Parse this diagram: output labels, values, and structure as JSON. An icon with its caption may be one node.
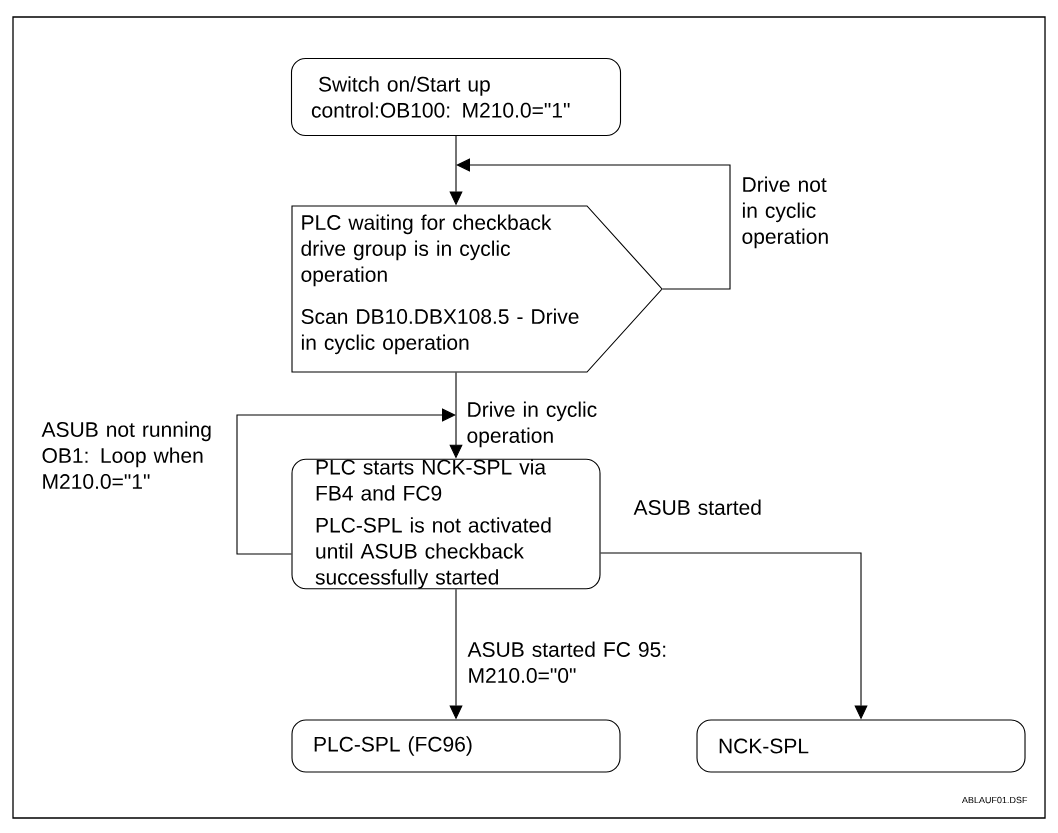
{
  "diagram": {
    "nodes": [
      {
        "text": [
          "Switch on/Start up control:OB100: M210.0=\"1\""
        ]
      },
      {
        "text": [
          "PLC waiting for checkback drive group is in cyclic operation",
          "Scan DB10.DBX108.5 - Drive in cyclic operation"
        ]
      },
      {
        "text": [
          "PLC starts NCK-SPL via FB4 and FC9",
          "PLC-SPL is not activated until ASUB checkback successfully started"
        ]
      },
      {
        "text": [
          "PLC-SPL (FC96)"
        ]
      },
      {
        "text": [
          "NCK-SPL"
        ]
      }
    ],
    "edges": [
      {
        "from": 0,
        "to": 1,
        "arrow": "to"
      },
      {
        "from": 1,
        "to": null,
        "arrow": "to",
        "label": "Drive not in cyclic operation"
      },
      {
        "from": 1,
        "to": 2,
        "arrow": "to",
        "label": "Drive in cyclic operation"
      },
      {
        "from": 2,
        "to": null,
        "arrow": "to",
        "label": "ASUB not running OB1: Loop when M210.0=\"1\""
      },
      {
        "from": 2,
        "to": 3,
        "arrow": "to",
        "label": "ASUB started FC 95: M210.0=\"0\""
      },
      {
        "from": 2,
        "to": 4,
        "arrow": "to",
        "label": "ASUB started"
      }
    ],
    "labels": [
      "ABLAUF01.DSF"
    ]
  }
}
